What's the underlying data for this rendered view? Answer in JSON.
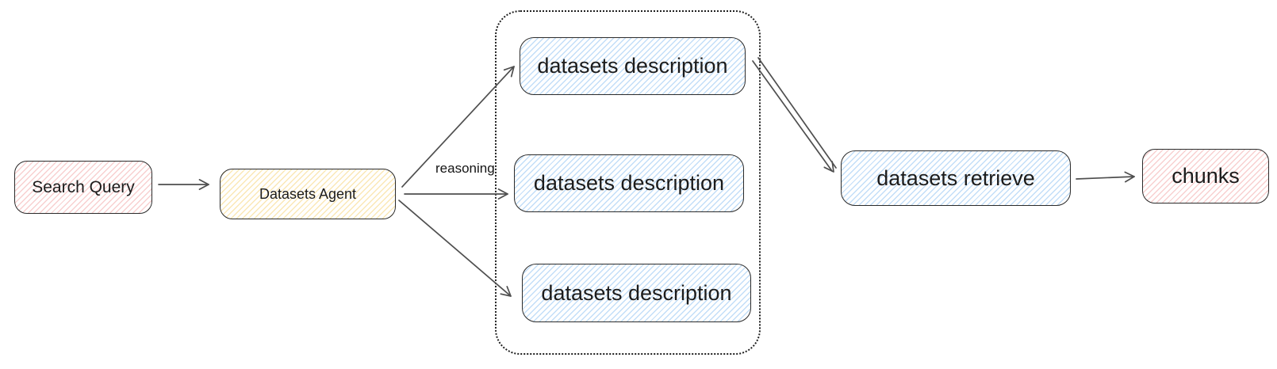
{
  "diagram": {
    "type": "flowchart",
    "background": "#ffffff",
    "nodes": {
      "search_query": {
        "label": "Search Query",
        "fill": "#ffc9c9",
        "fill_style": "hachure"
      },
      "datasets_agent": {
        "label": "Datasets Agent",
        "fill": "#ffec99",
        "fill_style": "hachure"
      },
      "datasets_description_1": {
        "label": "datasets description",
        "fill": "#a5d8ff",
        "fill_style": "hachure"
      },
      "datasets_description_2": {
        "label": "datasets description",
        "fill": "#a5d8ff",
        "fill_style": "hachure"
      },
      "datasets_description_3": {
        "label": "datasets description",
        "fill": "#a5d8ff",
        "fill_style": "hachure"
      },
      "datasets_retrieve": {
        "label": "datasets retrieve",
        "fill": "#a5d8ff",
        "fill_style": "hachure"
      },
      "chunks": {
        "label": "chunks",
        "fill": "#ffc9c9",
        "fill_style": "hachure"
      }
    },
    "group": {
      "contains": [
        "datasets_description_1",
        "datasets_description_2",
        "datasets_description_3"
      ],
      "border_style": "dotted"
    },
    "edges": [
      {
        "from": "search_query",
        "to": "datasets_agent",
        "label": ""
      },
      {
        "from": "datasets_agent",
        "to": "datasets_description_1",
        "label": ""
      },
      {
        "from": "datasets_agent",
        "to": "datasets_description_2",
        "label": "reasoning"
      },
      {
        "from": "datasets_agent",
        "to": "datasets_description_3",
        "label": ""
      },
      {
        "from": "datasets_description_1",
        "to": "datasets_retrieve",
        "label": ""
      },
      {
        "from": "datasets_retrieve",
        "to": "chunks",
        "label": ""
      }
    ],
    "colors": {
      "node_stroke": "#2b2b2b",
      "arrow_stroke": "#4f4f4f",
      "group_border": "#1f1f1f",
      "text": "#1c1c1c"
    }
  }
}
